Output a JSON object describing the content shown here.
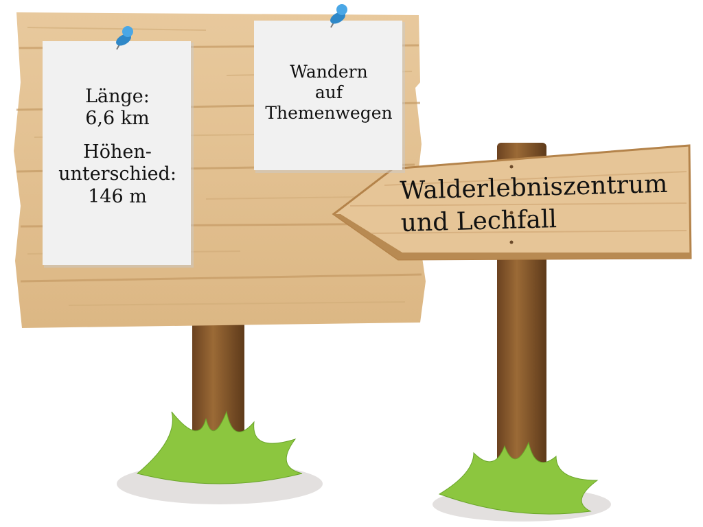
{
  "note_left": {
    "length_label": "Länge:",
    "length_value": "6,6 km",
    "elevation_label_1": "Höhen-",
    "elevation_label_2": "unterschied:",
    "elevation_value": "146 m"
  },
  "note_right": {
    "line1": "Wandern",
    "line2": "auf",
    "line3": "Themenwegen"
  },
  "direction_sign": {
    "line1": "Walderlebniszentrum",
    "line2": "und Lechfall"
  },
  "colors": {
    "wood": "#e3c193",
    "wood_dark": "#b88a52",
    "post": "#8a5a2b",
    "paper": "#f1f1f1",
    "pin": "#3a9ad9",
    "grass": "#8cc63f"
  }
}
